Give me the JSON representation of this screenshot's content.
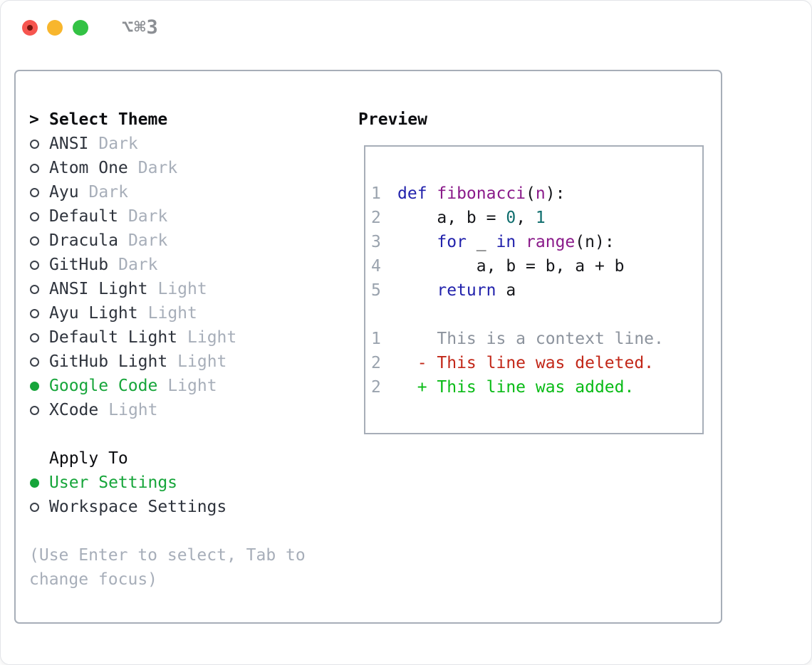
{
  "window": {
    "title": "⌥⌘3",
    "traffic_lights": [
      {
        "name": "close",
        "color": "#f6554f",
        "has_unsaved_dot": true
      },
      {
        "name": "minimize",
        "color": "#f8b62d"
      },
      {
        "name": "zoom",
        "color": "#33c244"
      }
    ]
  },
  "theme_list": {
    "header": "Select Theme",
    "header_marker": ">",
    "items": [
      {
        "name": "ANSI",
        "tag": "Dark",
        "selected": false
      },
      {
        "name": "Atom One",
        "tag": "Dark",
        "selected": false
      },
      {
        "name": "Ayu",
        "tag": "Dark",
        "selected": false
      },
      {
        "name": "Default",
        "tag": "Dark",
        "selected": false
      },
      {
        "name": "Dracula",
        "tag": "Dark",
        "selected": false
      },
      {
        "name": "GitHub",
        "tag": "Dark",
        "selected": false
      },
      {
        "name": "ANSI Light",
        "tag": "Light",
        "selected": false
      },
      {
        "name": "Ayu Light",
        "tag": "Light",
        "selected": false
      },
      {
        "name": "Default Light",
        "tag": "Light",
        "selected": false
      },
      {
        "name": "GitHub Light",
        "tag": "Light",
        "selected": false
      },
      {
        "name": "Google Code",
        "tag": "Light",
        "selected": true
      },
      {
        "name": "XCode",
        "tag": "Light",
        "selected": false
      }
    ]
  },
  "apply_to": {
    "header": "Apply To",
    "options": [
      {
        "name": "User Settings",
        "selected": true
      },
      {
        "name": "Workspace Settings",
        "selected": false
      }
    ]
  },
  "help_text": "(Use Enter to select, Tab to change focus)",
  "preview": {
    "header": "Preview",
    "code_lines": [
      {
        "num": "1",
        "tokens": [
          [
            "def ",
            "kw"
          ],
          [
            "fibonacci",
            "fn"
          ],
          [
            "(",
            "pl"
          ],
          [
            "n",
            "fn"
          ],
          [
            "):",
            "pl"
          ]
        ]
      },
      {
        "num": "2",
        "tokens": [
          [
            "    a, b = ",
            "pl"
          ],
          [
            "0",
            "lit"
          ],
          [
            ", ",
            "pl"
          ],
          [
            "1",
            "lit"
          ]
        ]
      },
      {
        "num": "3",
        "tokens": [
          [
            "    ",
            "pl"
          ],
          [
            "for",
            "kw"
          ],
          [
            " _ ",
            "pl"
          ],
          [
            "in",
            "kw"
          ],
          [
            " ",
            "pl"
          ],
          [
            "range",
            "fn"
          ],
          [
            "(n):",
            "pl"
          ]
        ]
      },
      {
        "num": "4",
        "tokens": [
          [
            "        a, b = b, a + b",
            "pl"
          ]
        ]
      },
      {
        "num": "5",
        "tokens": [
          [
            "    ",
            "pl"
          ],
          [
            "return",
            "kw"
          ],
          [
            " a",
            "pl"
          ]
        ]
      },
      {
        "num": "",
        "tokens": []
      },
      {
        "num": "1",
        "tokens": [
          [
            "    This is a context line.",
            "ctx"
          ]
        ]
      },
      {
        "num": "2",
        "tokens": [
          [
            "  - This line was deleted.",
            "del"
          ]
        ]
      },
      {
        "num": "2",
        "tokens": [
          [
            "  + This line was added.",
            "add"
          ]
        ]
      }
    ]
  },
  "colors": {
    "accent_green": "#16a53a",
    "dim_text": "#a7aeb9",
    "primary_text": "#2e333c",
    "panel_border": "#a7aeb8",
    "line_number": "#9aa3ae",
    "syntax_keyword": "#2222ac",
    "syntax_function": "#8a1a8a",
    "syntax_literal": "#0e6d6d",
    "diff_context": "#8c939d",
    "diff_deleted": "#c22718",
    "diff_added": "#09bb16"
  }
}
